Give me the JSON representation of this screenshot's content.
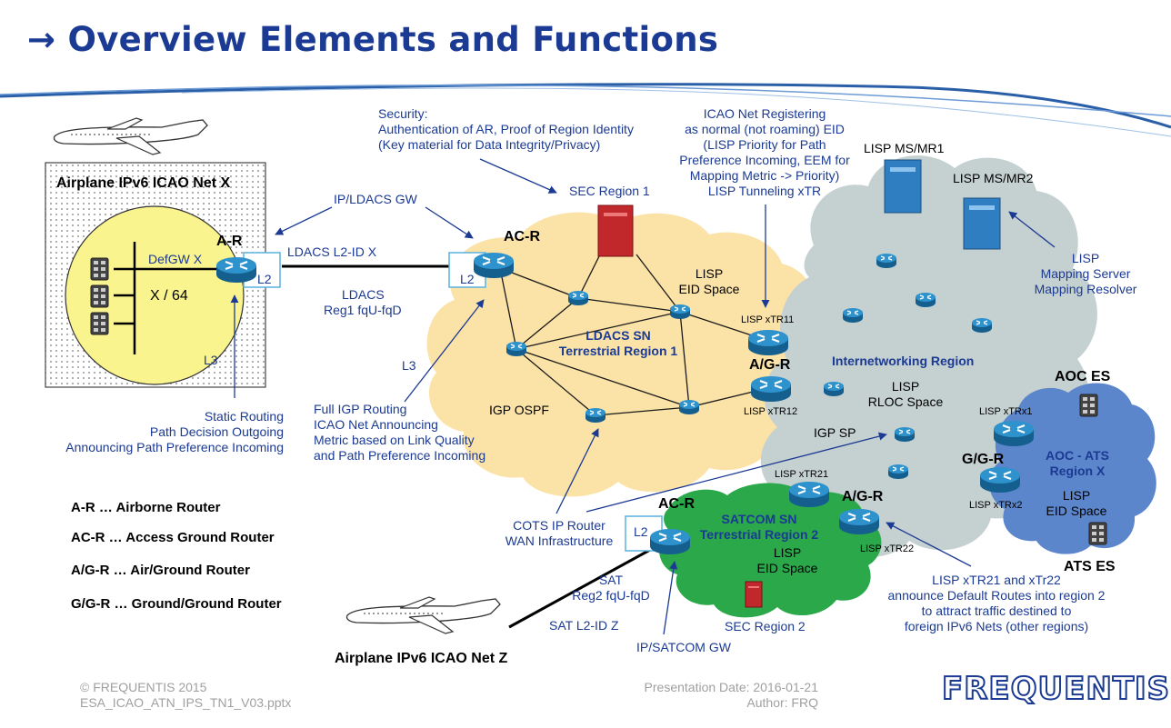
{
  "header": {
    "title": "→ Overview Elements and Functions"
  },
  "nets": {
    "airplane_x": "Airplane IPv6 ICAO Net X",
    "airplane_z": "Airplane IPv6 ICAO Net Z"
  },
  "labels": {
    "ar": "A-R",
    "defgw": "DefGW X",
    "x64": "X / 64",
    "l2_left": "L2",
    "l2_acr": "L2",
    "l3_left": "L3",
    "l3_mid": "L3",
    "ldacs_l2id": "LDACS L2-ID X",
    "ldacs": "LDACS",
    "reg1": "Reg1 fqU-fqD",
    "ip_ldacs_gw": "IP/LDACS GW",
    "acr_top": "AC-R",
    "sec_region1": "SEC Region 1",
    "lisp_eid1a": "LISP",
    "lisp_eid1b": "EID Space",
    "ldacs_sn_a": "LDACS SN",
    "ldacs_sn_b": "Terrestrial Region 1",
    "igp_ospf": "IGP OSPF",
    "lisp_xtr11": "LISP xTR11",
    "lisp_xtr12": "LISP xTR12",
    "agr_top": "A/G-R",
    "internetworking": "Internetworking Region",
    "rloc_a": "LISP",
    "rloc_b": "RLOC Space",
    "igp_sp": "IGP SP",
    "lisp_msmr1": "LISP MS/MR1",
    "lisp_msmr2": "LISP MS/MR2",
    "aoc_es": "AOC ES",
    "ats_es": "ATS ES",
    "lisp_xtrx1": "LISP xTRx1",
    "lisp_xtrx2": "LISP xTRx2",
    "ggr": "G/G-R",
    "aoc_ats_a": "AOC - ATS",
    "aoc_ats_b": "Region X",
    "lisp_eidx_a": "LISP",
    "lisp_eidx_b": "EID Space",
    "lisp_xtr21": "LISP xTR21",
    "lisp_xtr22": "LISP xTR22",
    "agr_bottom": "A/G-R",
    "acr_bottom": "AC-R",
    "l2_sat": "L2",
    "satcom_a": "SATCOM SN",
    "satcom_b": "Terrestrial Region 2",
    "lisp_eid2a": "LISP",
    "lisp_eid2b": "EID Space",
    "sec_region2": "SEC Region 2",
    "sat": "SAT",
    "reg2": "Reg2 fqU-fqD",
    "sat_l2id": "SAT L2-ID Z",
    "ip_satcom_gw": "IP/SATCOM GW",
    "cots_a": "COTS  IP Router",
    "cots_b": "WAN Infrastructure"
  },
  "annotations": {
    "security": [
      "Security:",
      "Authentication of AR, Proof of Region Identity",
      "(Key material for Data Integrity/Privacy)"
    ],
    "icao_reg": [
      "ICAO Net Registering",
      "as normal (not roaming) EID",
      "(LISP Priority for Path",
      "Preference Incoming, EEM for",
      "Mapping Metric -> Priority)",
      "LISP Tunneling xTR"
    ],
    "lisp_map": [
      "LISP",
      "Mapping Server",
      "Mapping Resolver"
    ],
    "static_routing": [
      "Static Routing",
      "Path Decision Outgoing",
      "Announcing Path Preference Incoming"
    ],
    "full_igp": [
      "Full IGP Routing",
      "ICAO Net Announcing",
      "Metric based on Link Quality",
      "and Path Preference Incoming"
    ],
    "lisp_xtr21_22": [
      "LISP xTR21 and xTr22",
      "announce Default Routes into region 2",
      "to attract traffic destined to",
      "foreign IPv6 Nets (other regions)"
    ]
  },
  "legend": [
    "A-R … Airborne Router",
    "AC-R … Access Ground Router",
    "A/G-R … Air/Ground Router",
    "G/G-R … Ground/Ground Router"
  ],
  "footer": {
    "copyright": "© FREQUENTIS 2015",
    "file": "ESA_ICAO_ATN_IPS_TN1_V03.pptx",
    "date": "Presentation Date: 2016-01-21",
    "author": "Author: FRQ",
    "logo": "FREQUENTIS"
  },
  "colors": {
    "title": "#1b3a93",
    "ldacs_region": "#fbe3a8",
    "satcom_region": "#2aa84a",
    "internet_region": "#c5d0d0",
    "aoc_region": "#5b86cc",
    "router": "#1f7fb8"
  }
}
